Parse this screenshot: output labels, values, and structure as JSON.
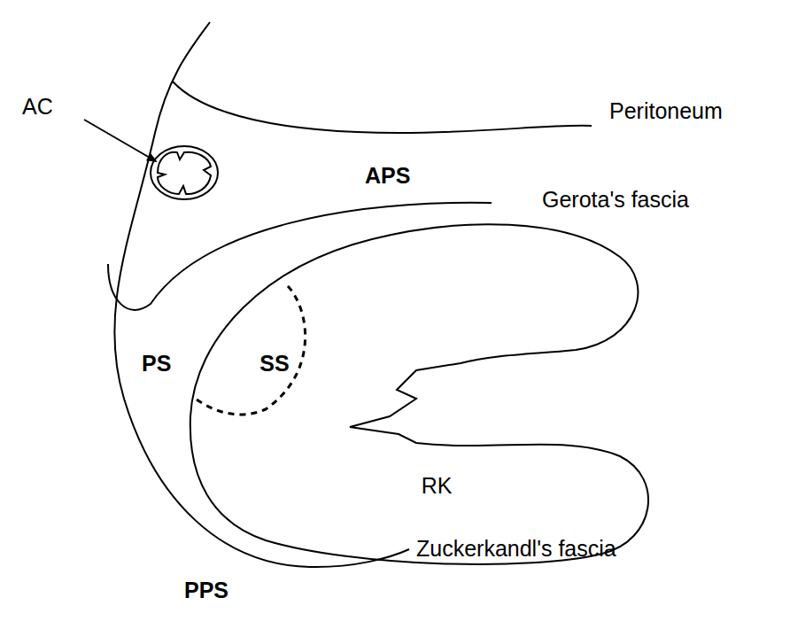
{
  "diagram": {
    "nodes": [
      {
        "text": [
          "RK"
        ]
      },
      {
        "text": [
          "SS"
        ],
        "in": 0
      }
    ],
    "labels": [
      "AC",
      "Peritoneum",
      "APS",
      "Gerota's fascia",
      "PS",
      "PPS",
      "Zuckerkandl's fascia"
    ]
  }
}
